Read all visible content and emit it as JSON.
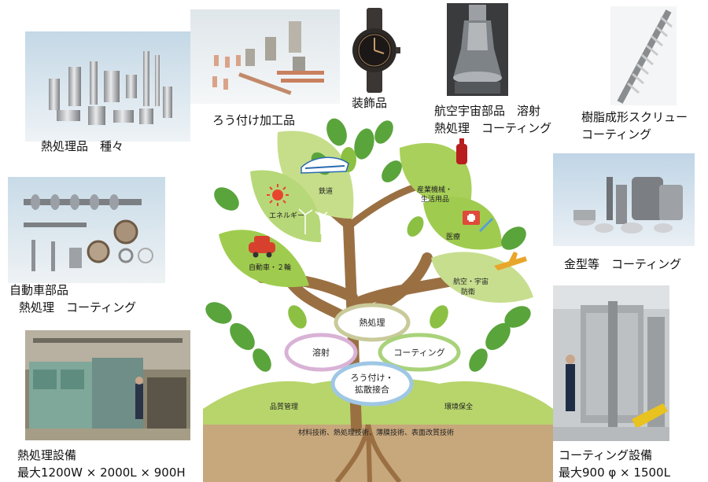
{
  "captions": {
    "heat_treated": "熱処理品　種々",
    "brazed": "ろう付け加工品",
    "ornament": "装飾品",
    "aerospace_l1": "航空宇宙部品　溶射",
    "aerospace_l2": "熱処理　コーティング",
    "screw_l1": "樹脂成形スクリュー",
    "screw_l2": "コーティング",
    "auto_l1": "自動車部品",
    "auto_l2": "熱処理　コーティング",
    "mold": "金型等　コーティング",
    "heat_equip_l1": "熱処理設備",
    "heat_equip_l2": "最大1200W × 2000L × 900H",
    "coat_equip_l1": "コーティング設備",
    "coat_equip_l2": "最大900 φ × 1500L"
  },
  "tree": {
    "leaves": {
      "railway": "鉄道",
      "industrial_l1": "産業機械・",
      "industrial_l2": "生活用品",
      "energy": "エネルギー",
      "medical": "医療",
      "auto": "自動車・２輪",
      "aero_l1": "航空・宇宙",
      "aero_l2": "防衛"
    },
    "core": {
      "heat": "熱処理",
      "spray": "溶射",
      "coating": "コーティング",
      "braze_l1": "ろう付け・",
      "braze_l2": "拡散接合"
    },
    "ground": {
      "quality": "品質管理",
      "environment": "環境保全",
      "tech": "材料技術、熱処理技術、薄膜技術、表面改質技術"
    }
  },
  "colors": {
    "leaf_light": "#b8d66a",
    "leaf_mid": "#8cc043",
    "leaf_dark": "#4f9e3a",
    "trunk": "#9a7043",
    "ground": "#c5a67a",
    "core_heat": "#c9ca9a",
    "core_spray": "#d9b2d6",
    "core_coating": "#a9d27a",
    "core_braze": "#9fc7e5"
  }
}
